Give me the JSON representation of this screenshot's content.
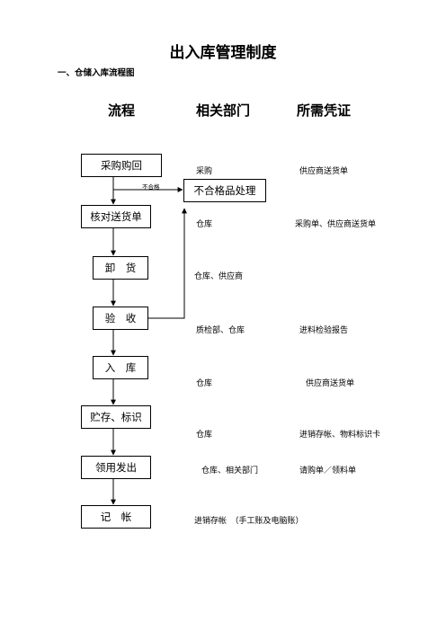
{
  "title": "出入库管理制度",
  "section": "一、仓储入库流程图",
  "columns": {
    "process": "流程",
    "dept": "相关部门",
    "docs": "所需凭证"
  },
  "reject_box": "不合格品处理",
  "reject_label": "不合格",
  "steps": [
    {
      "label": "采购购回",
      "dept": "采购",
      "docs": "供应商送货单"
    },
    {
      "label": "核对送货单",
      "dept": "仓库",
      "docs": "采购单、供应商送货单"
    },
    {
      "label": "卸　货",
      "dept": "仓库、供应商",
      "docs": ""
    },
    {
      "label": "验　收",
      "dept": "质检部、仓库",
      "docs": "进料检验报告"
    },
    {
      "label": "入　库",
      "dept": "仓库",
      "docs": "供应商送货单"
    },
    {
      "label": "贮存、标识",
      "dept": "仓库",
      "docs": "进销存帐、物料标识卡"
    },
    {
      "label": "领用发出",
      "dept": "仓库、相关部门",
      "docs": "请购单／领料单"
    },
    {
      "label": "记　帐",
      "dept": "进销存帐　（手工账及电脑账）",
      "docs": ""
    }
  ]
}
